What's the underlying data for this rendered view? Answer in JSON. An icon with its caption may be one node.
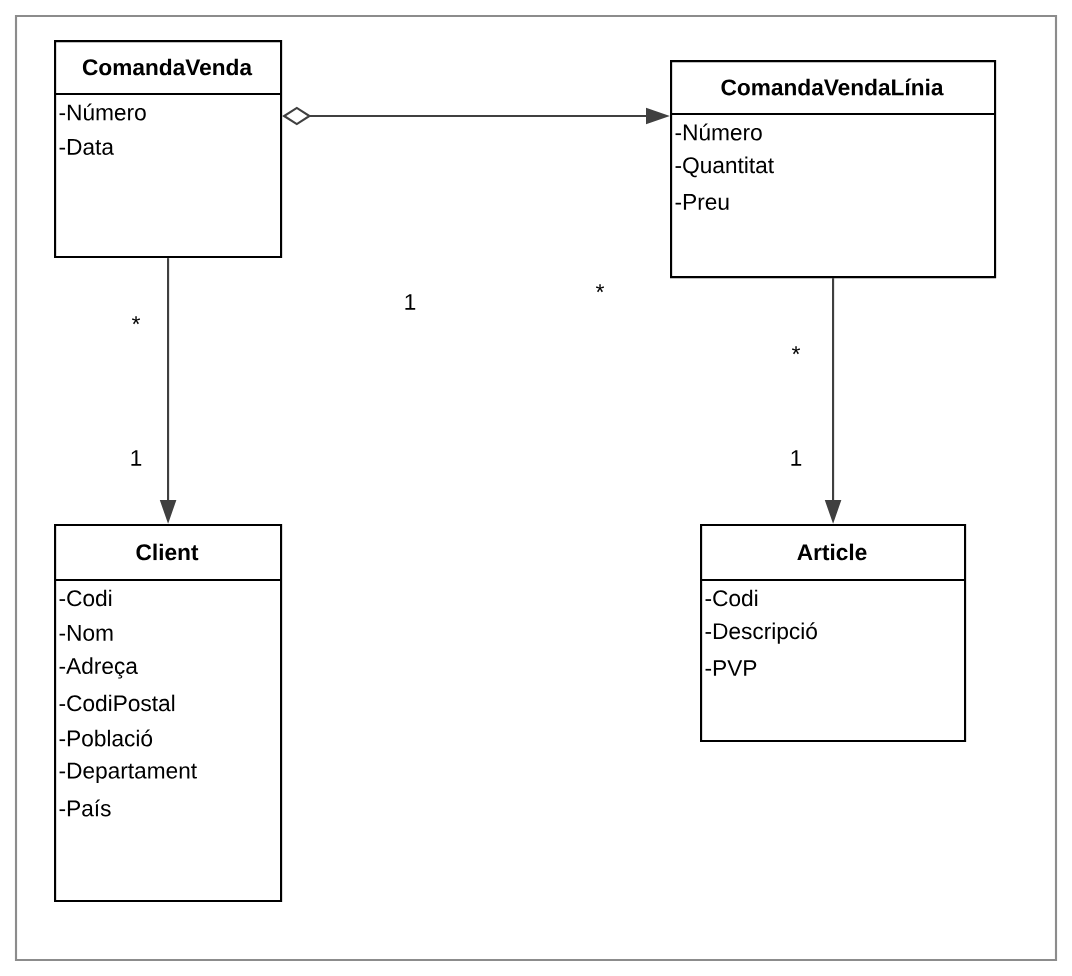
{
  "diagram": {
    "nodes": [
      {
        "text": [
          "ComandaVenda",
          "-Número",
          "-Data"
        ]
      },
      {
        "text": [
          "ComandaVendaLínia",
          "-Número",
          "-Quantitat",
          "-Preu"
        ]
      },
      {
        "text": [
          "Client",
          "-Codi",
          "-Nom",
          "-Adreça",
          "-CodiPostal",
          "-Població",
          "-Departament",
          "-País"
        ]
      },
      {
        "text": [
          "Article",
          "-Codi",
          "-Descripció",
          "-PVP"
        ]
      }
    ],
    "edges": [
      {
        "from": 0,
        "to": 1,
        "arrow": "to"
      },
      {
        "from": 0,
        "to": 2,
        "arrow": "to"
      },
      {
        "from": 1,
        "to": 3,
        "arrow": "to"
      }
    ],
    "labels": [
      "1",
      "*",
      "*",
      "1",
      "*",
      "1"
    ]
  }
}
